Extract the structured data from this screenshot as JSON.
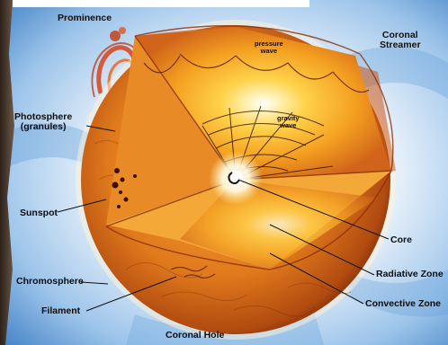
{
  "diagram": {
    "labels": {
      "prominence": "Prominence",
      "coronal_streamer_line1": "Coronal",
      "coronal_streamer_line2": "Streamer",
      "photosphere_line1": "Photosphere",
      "photosphere_line2": "(granules)",
      "sunspot": "Sunspot",
      "chromosphere": "Chromosphere",
      "filament": "Filament",
      "coronal_hole": "Coronal Hole",
      "core": "Core",
      "radiative_zone": "Radiative Zone",
      "convective_zone": "Convective Zone",
      "pressure_wave_line1": "pressure",
      "pressure_wave_line2": "wave",
      "gravity_wave_line1": "gravity",
      "gravity_wave_line2": "wave"
    },
    "colors": {
      "corona_glow": "#cfe3f6",
      "corona_blue": "#6aa6dc",
      "surface_orange": "#e07a1c",
      "surface_dark": "#8a2e08",
      "interior_yellow": "#ffd24a",
      "core_white": "#ffffff",
      "label_text_light": "#0c0c0c",
      "label_text_dark": "#12120f"
    }
  }
}
